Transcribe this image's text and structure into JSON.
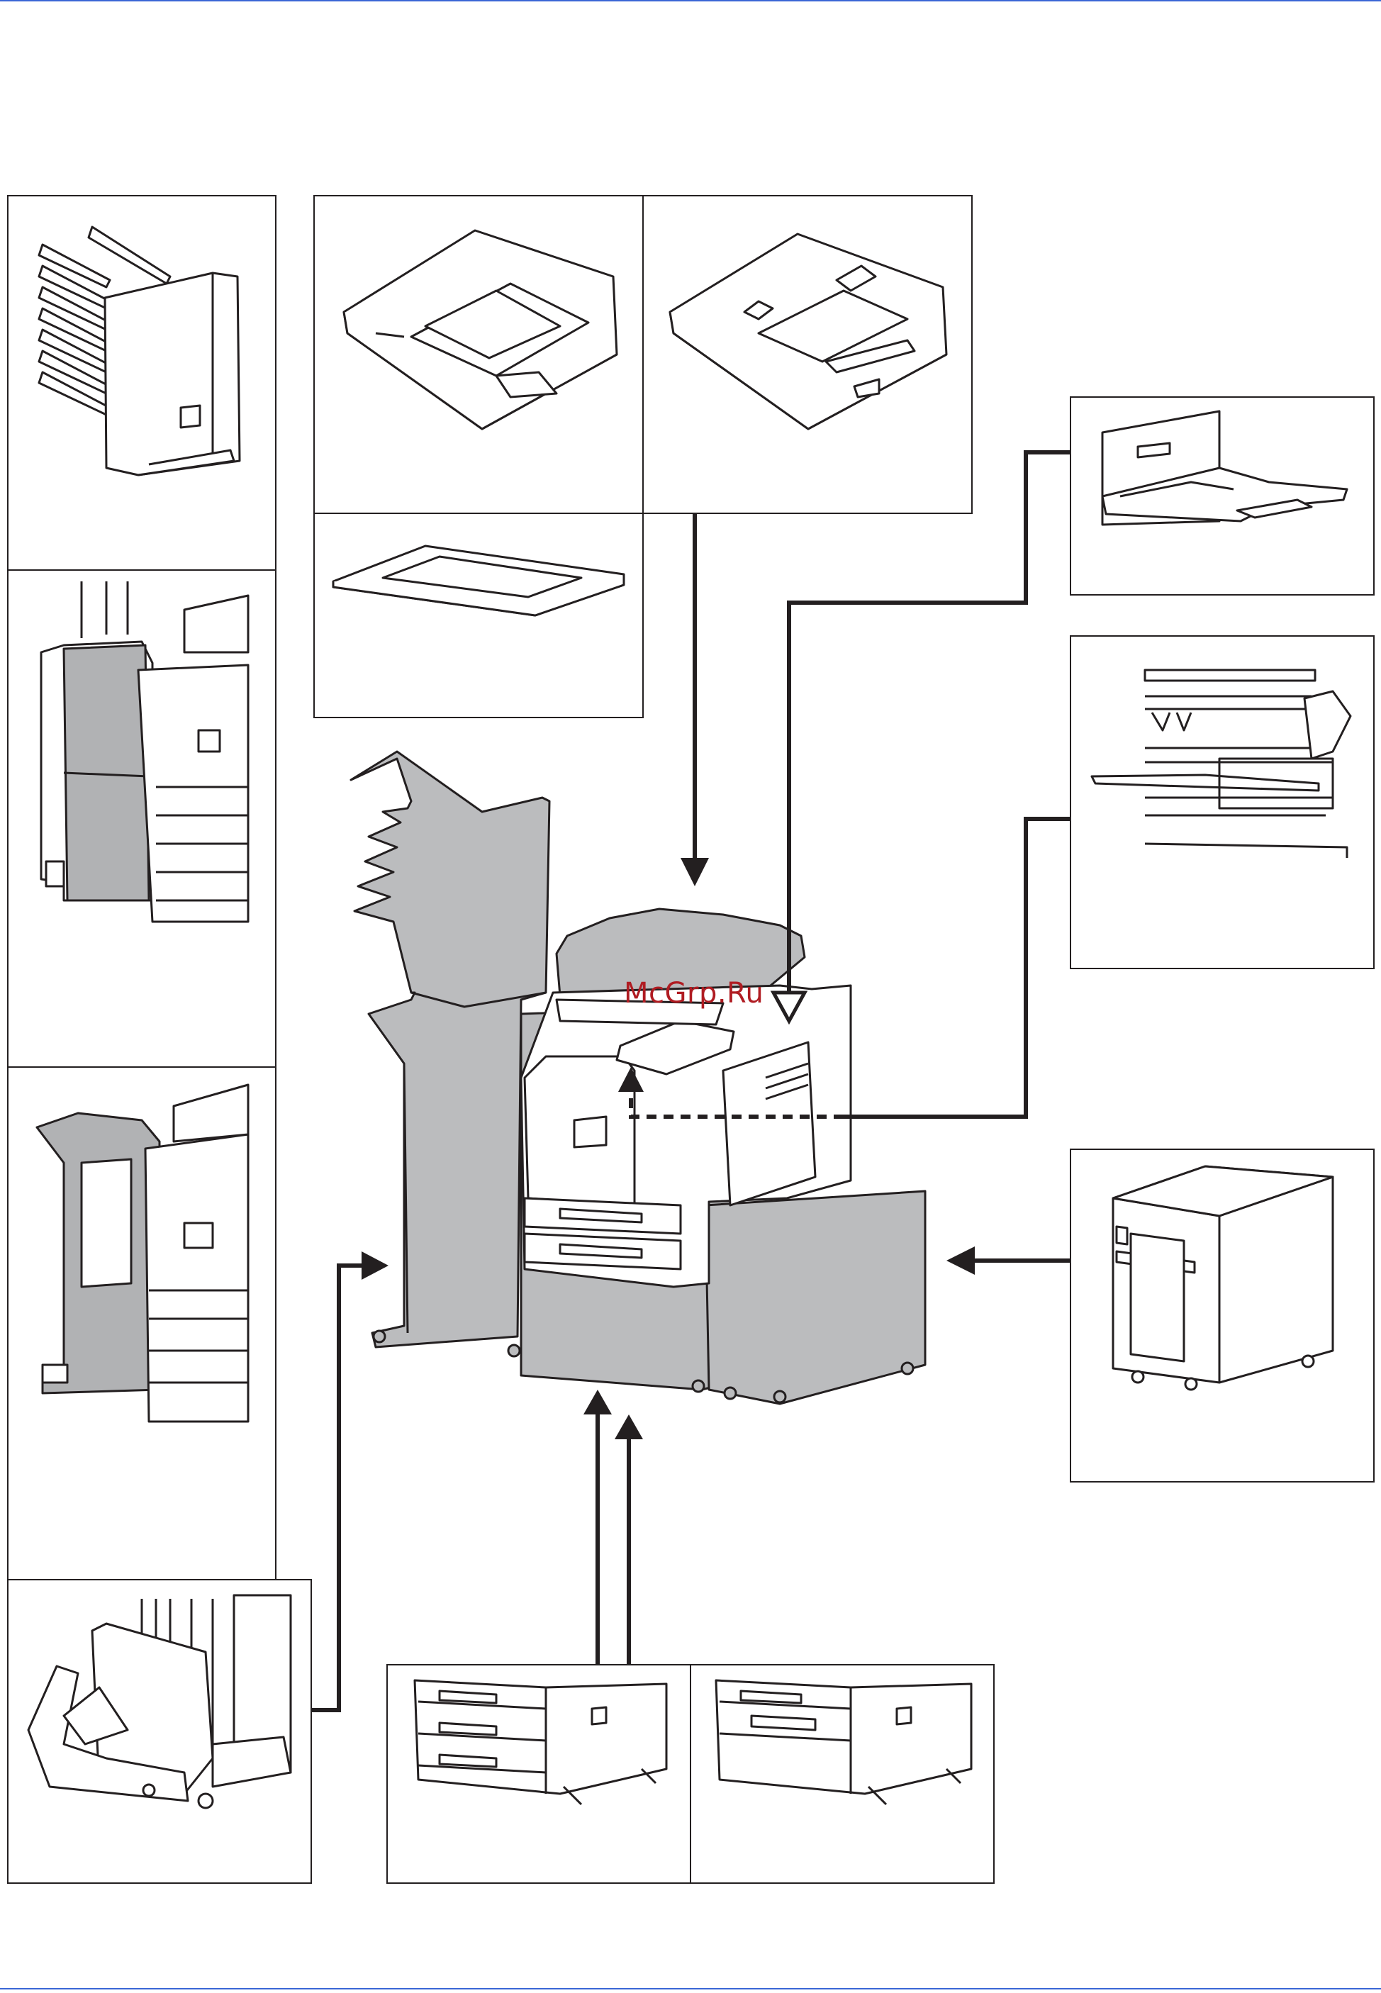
{
  "watermark": {
    "text": "McGrp.Ru",
    "color": "#b01c22"
  },
  "colors": {
    "rule": "#3a66d6",
    "line": "#231f20",
    "fill": "#bbbcbe"
  },
  "panels": [
    {
      "name": "panel-mailbox",
      "icon": "mailbox-sort-tray-icon"
    },
    {
      "name": "panel-finisher-4000",
      "icon": "document-finisher-icon"
    },
    {
      "name": "panel-finisher-3000",
      "icon": "document-finisher-compact-icon"
    },
    {
      "name": "panel-punch-unit",
      "icon": "punch-unit-icon"
    },
    {
      "name": "panel-dp-reverse",
      "icon": "reversing-document-processor-icon"
    },
    {
      "name": "panel-dp-dual",
      "icon": "dual-scan-document-processor-icon"
    },
    {
      "name": "panel-original-cover",
      "icon": "original-cover-icon"
    },
    {
      "name": "panel-bulk-feeder",
      "icon": "multipurpose-bulk-feeder-icon"
    },
    {
      "name": "panel-job-separator",
      "icon": "job-separator-icon"
    },
    {
      "name": "panel-side-feeder",
      "icon": "side-feeder-cabinet-icon"
    },
    {
      "name": "panel-paper-feeder-3",
      "icon": "paper-feeder-three-drawer-icon"
    },
    {
      "name": "panel-paper-feeder-2",
      "icon": "paper-feeder-large-capacity-icon"
    }
  ]
}
